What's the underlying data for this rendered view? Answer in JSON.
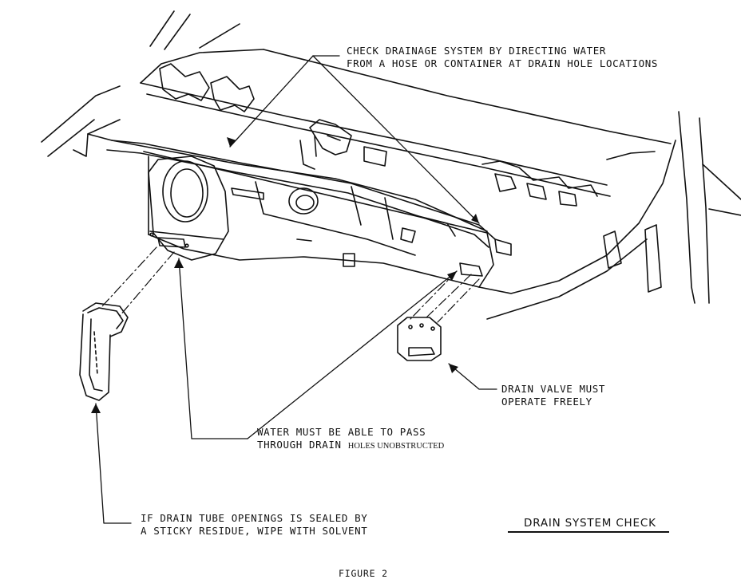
{
  "callouts": {
    "check_drainage": {
      "line1": "CHECK DRAINAGE SYSTEM BY DIRECTING WATER",
      "line2": "FROM A HOSE OR CONTAINER AT DRAIN HOLE LOCATIONS"
    },
    "drain_valve": {
      "line1": "DRAIN VALVE MUST",
      "line2": "OPERATE FREELY"
    },
    "water_pass": {
      "line1": "WATER MUST BE ABLE TO PASS",
      "line2_a": "THROUGH DRAIN ",
      "line2_b": "HOLES UNOBSTRUCTED"
    },
    "drain_tube": {
      "line1": "IF DRAIN TUBE OPENINGS IS SEALED BY",
      "line2": "A STICKY RESIDUE, WIPE WITH SOLVENT"
    }
  },
  "title": "DRAIN SYSTEM CHECK",
  "figure_label": "FIGURE  2",
  "colors": {
    "ink": "#111111",
    "paper": "#ffffff"
  }
}
